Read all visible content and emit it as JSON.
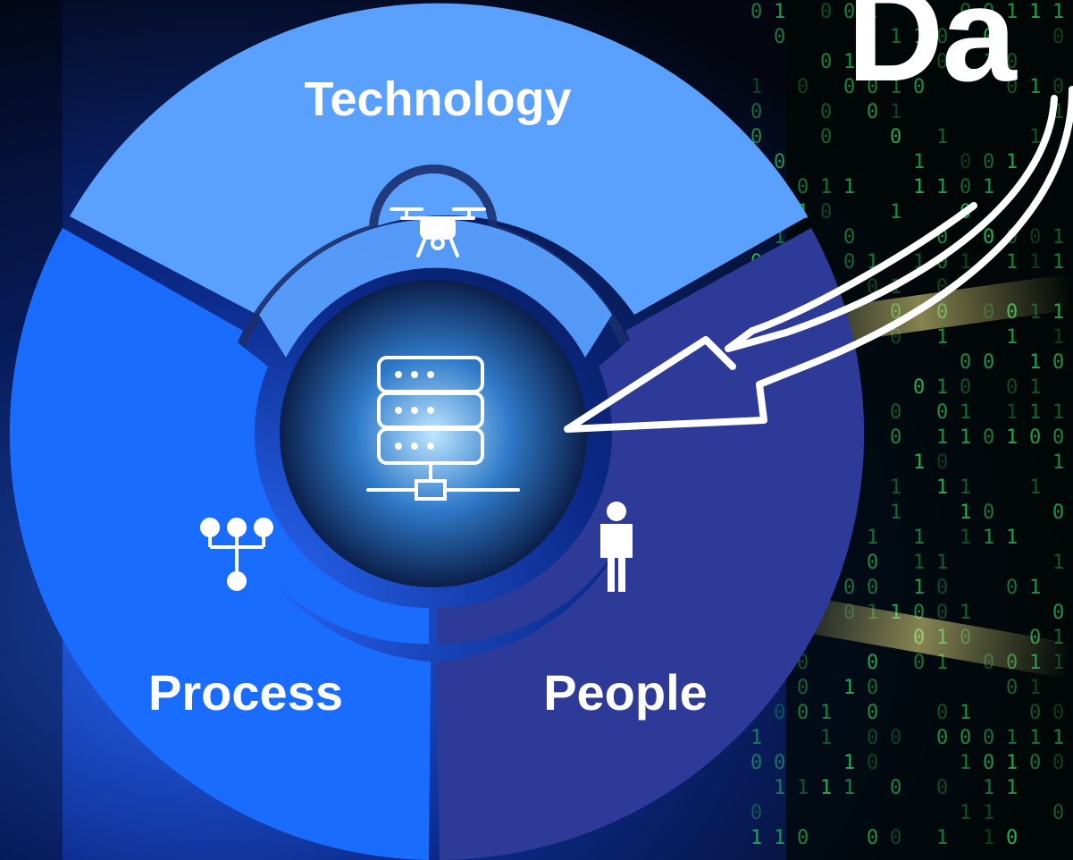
{
  "headline": "Da",
  "segments": {
    "technology": {
      "label": "Technology",
      "color": "#5aa0ff",
      "icon": "drone-icon"
    },
    "process": {
      "label": "Process",
      "color": "#1a6cff",
      "icon": "org-chart-icon"
    },
    "people": {
      "label": "People",
      "color": "#2e3a98",
      "icon": "person-icon"
    }
  },
  "center": {
    "icon": "server-icon"
  },
  "pointer": {
    "icon": "curved-arrow",
    "color": "#ffffff"
  },
  "background": {
    "theme": "data-center-binary-code",
    "code_color": "#2ee86a"
  }
}
